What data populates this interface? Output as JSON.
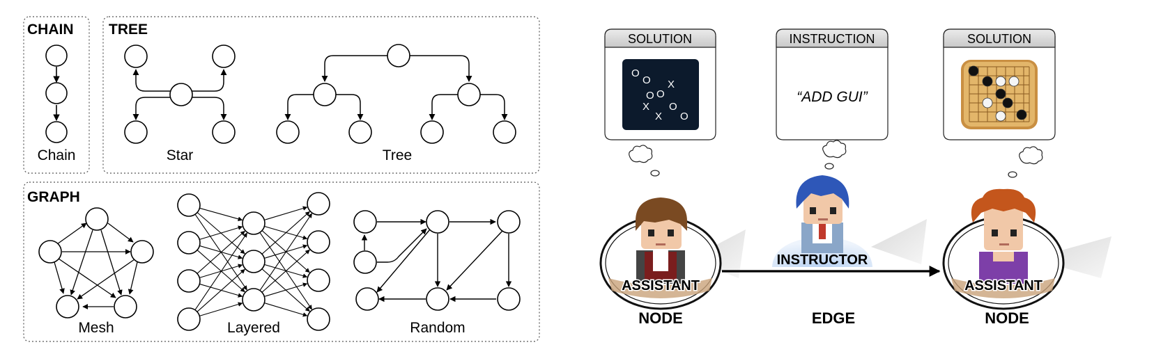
{
  "left_panel": {
    "chain_section": {
      "heading": "CHAIN",
      "caption": "Chain"
    },
    "tree_section": {
      "heading": "TREE",
      "captions": {
        "star": "Star",
        "tree": "Tree"
      }
    },
    "graph_section": {
      "heading": "GRAPH",
      "captions": {
        "mesh": "Mesh",
        "layered": "Layered",
        "random": "Random"
      }
    }
  },
  "right_panel": {
    "cards": [
      {
        "header": "SOLUTION",
        "content": "tic-tac-toe-board"
      },
      {
        "header": "INSTRUCTION",
        "content": "“ADD GUI”"
      },
      {
        "header": "SOLUTION",
        "content": "go-board"
      }
    ],
    "tictactoe": [
      "O",
      "O",
      "O",
      "X",
      "X",
      "O",
      "X",
      "O",
      "O"
    ],
    "characters": {
      "assistant_left": "ASSISTANT",
      "instructor": "INSTRUCTOR",
      "assistant_right": "ASSISTANT"
    },
    "bottom_labels": {
      "node_left": "NODE",
      "edge": "EDGE",
      "node_right": "NODE"
    }
  },
  "colors": {
    "board_dark": "#0c1a2c",
    "go_board": "#e3b66a",
    "card_header": "#d4d4d4",
    "instructor_glow": "#c9dcf5"
  }
}
